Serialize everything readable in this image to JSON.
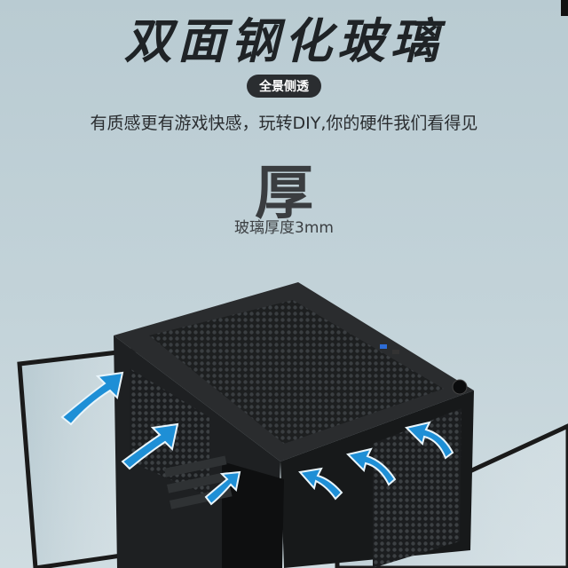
{
  "hero": {
    "title": "双面钢化玻璃",
    "badge": "全景侧透",
    "tagline": "有质感更有游戏快感，玩转DIY,你的硬件我们看得见",
    "feature_char": "厚",
    "feature_caption": "玻璃厚度3mm"
  },
  "colors": {
    "background": "#c3d3d9",
    "text_dark": "#1f2326",
    "arrow_blue": "#1e8fd6"
  },
  "icons": [
    "airflow-arrow-icon"
  ]
}
